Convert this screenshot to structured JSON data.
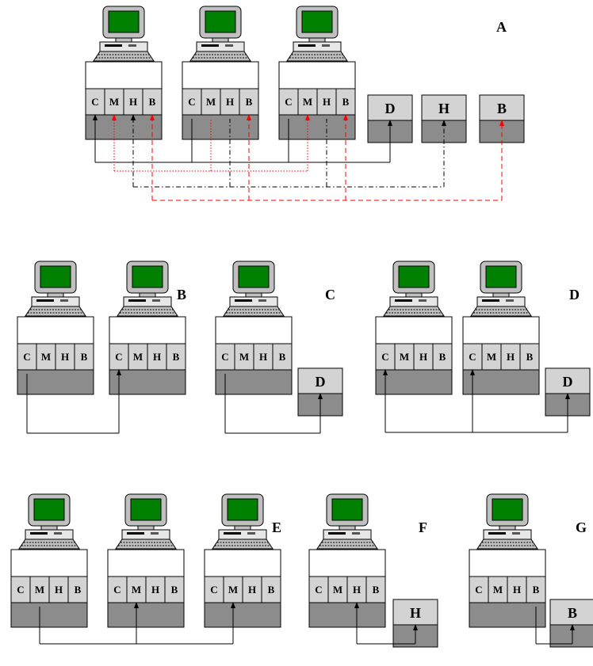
{
  "cell_labels": [
    "C",
    "M",
    "H",
    "B"
  ],
  "colors": {
    "screen": "#008000",
    "monitor_body": "#c0c0c0",
    "unit_light": "#d3d3d3",
    "unit_dark": "#8c8c8c",
    "line_black": "#000000",
    "line_red": "#ff0000"
  },
  "panels": [
    {
      "label": "A",
      "computers": 3,
      "devices": [
        {
          "label": "D",
          "link": "solid-black"
        },
        {
          "label": "H",
          "link": "dashdot-black"
        },
        {
          "label": "B",
          "link": "dashed-red"
        }
      ]
    },
    {
      "label": "B",
      "computers": 2,
      "devices": [],
      "link": "C"
    },
    {
      "label": "C",
      "computers": 1,
      "devices": [
        {
          "label": "D"
        }
      ],
      "link": "C"
    },
    {
      "label": "D",
      "computers": 2,
      "devices": [
        {
          "label": "D"
        }
      ],
      "link": "C"
    },
    {
      "label": "E",
      "computers": 3,
      "devices": [],
      "link": "M"
    },
    {
      "label": "F",
      "computers": 1,
      "devices": [
        {
          "label": "H"
        }
      ],
      "link": "H"
    },
    {
      "label": "G",
      "computers": 1,
      "devices": [
        {
          "label": "B"
        }
      ],
      "link": "B"
    }
  ]
}
